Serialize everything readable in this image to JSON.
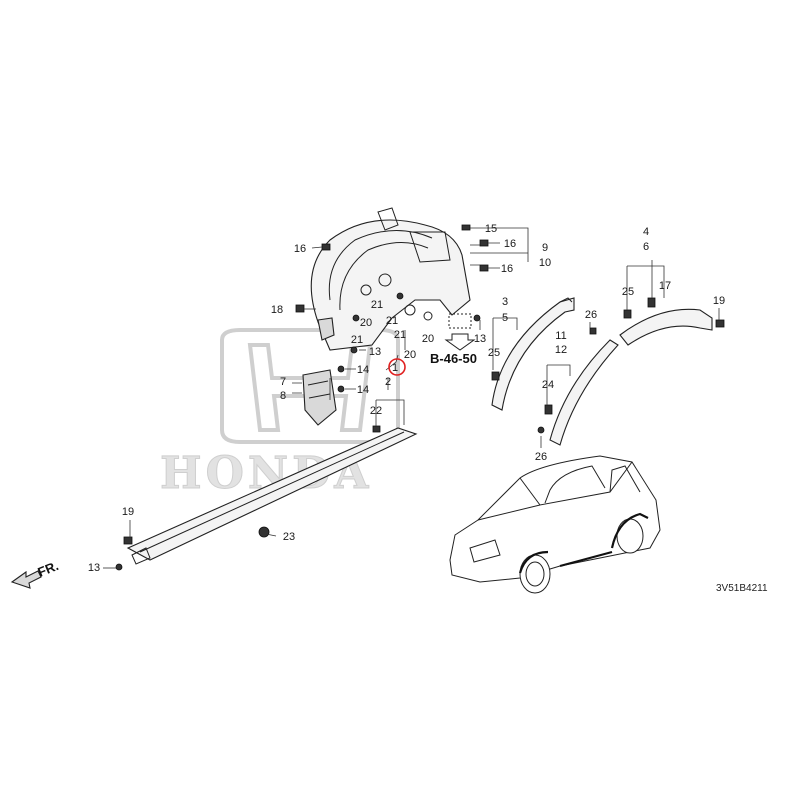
{
  "watermark": {
    "brand_text": "HONDA"
  },
  "reference": {
    "section_code": "B-46-50"
  },
  "direction": {
    "label": "FR."
  },
  "diagram_code": "3V51B4211",
  "callouts": {
    "c1": "1",
    "c2": "2",
    "c3": "3",
    "c4": "4",
    "c5": "5",
    "c6": "6",
    "c7": "7",
    "c8": "8",
    "c9": "9",
    "c10": "10",
    "c11": "11",
    "c12": "12",
    "c13a": "13",
    "c13b": "13",
    "c13c": "13",
    "c14a": "14",
    "c14b": "14",
    "c15": "15",
    "c16a": "16",
    "c16b": "16",
    "c16c": "16",
    "c17": "17",
    "c18": "18",
    "c19a": "19",
    "c19b": "19",
    "c20a": "20",
    "c20b": "20",
    "c20c": "20",
    "c21a": "21",
    "c21b": "21",
    "c21c": "21",
    "c21d": "21",
    "c22": "22",
    "c23": "23",
    "c24": "24",
    "c25a": "25",
    "c25b": "25",
    "c26a": "26",
    "c26b": "26"
  },
  "highlight": {
    "part": "1",
    "color": "#e02020"
  }
}
